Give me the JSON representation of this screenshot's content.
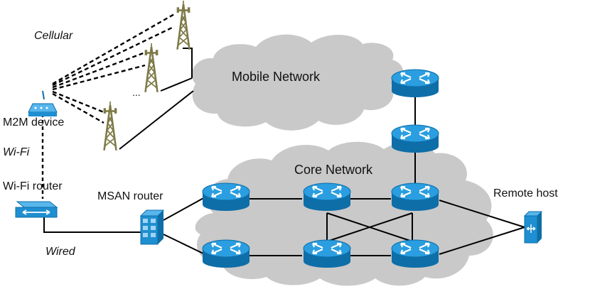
{
  "labels": {
    "cellular": "Cellular",
    "m2m_device": "M2M device",
    "wifi": "Wi-Fi",
    "wifi_router": "Wi-Fi router",
    "wired": "Wired",
    "msan_router": "MSAN router",
    "mobile_network": "Mobile Network",
    "core_network": "Core Network",
    "remote_host": "Remote host",
    "ellipsis": "..."
  },
  "colors": {
    "cloud": "#c9c9c9",
    "router_body": "#1e8fd0",
    "router_top": "#57b6ec",
    "router_side": "#0e6ea8",
    "tower": "#7d7a46",
    "link": "#000000"
  },
  "icons": [
    "cell-tower-icon",
    "m2m-device-icon",
    "wifi-router-icon",
    "msan-router-icon",
    "core-router-icon",
    "remote-host-icon"
  ]
}
